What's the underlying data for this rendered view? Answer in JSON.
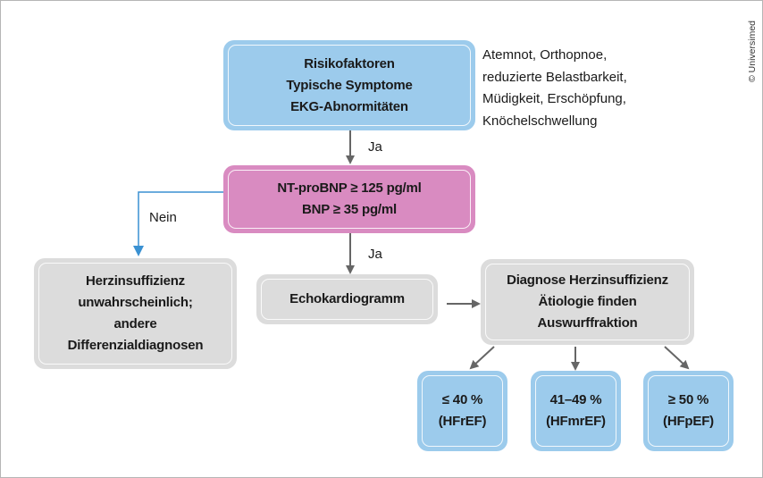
{
  "copyright": "© Universimed",
  "nodes": {
    "symptoms": {
      "lines": [
        "Risikofaktoren",
        "Typische Symptome",
        "EKG-Abnormitäten"
      ]
    },
    "symptoms_note": {
      "lines": [
        "Atemnot, Orthopnoe,",
        "reduzierte Belastbarkeit,",
        "Müdigkeit, Erschöpfung,",
        "Knöchelschwellung"
      ]
    },
    "natriuretic": {
      "lines": [
        "NT-proBNP ≥ 125 pg/ml",
        "BNP ≥ 35 pg/ml"
      ]
    },
    "unlikely": {
      "lines": [
        "Herzinsuffizienz",
        "unwahrscheinlich;",
        "andere",
        "Differenzialdiagnosen"
      ]
    },
    "echo": {
      "lines": [
        "Echokardiogramm"
      ]
    },
    "diagnosis": {
      "lines": [
        "Diagnose Herzinsuffizienz",
        "Ätiologie finden",
        "Auswurffraktion"
      ]
    },
    "hfref": {
      "lines": [
        "≤ 40 %",
        "(HFrEF)"
      ]
    },
    "hfmref": {
      "lines": [
        "41–49 %",
        "(HFmrEF)"
      ]
    },
    "hfpef": {
      "lines": [
        "≥ 50 %",
        "(HFpEF)"
      ]
    }
  },
  "edges": {
    "yes1": "Ja",
    "yes2": "Ja",
    "no": "Nein"
  },
  "colors": {
    "blue": "#9ccbec",
    "pink": "#d98bc1",
    "gray": "#dcdcdc",
    "arrow": "#666666",
    "no_arrow": "#3a91d2"
  }
}
